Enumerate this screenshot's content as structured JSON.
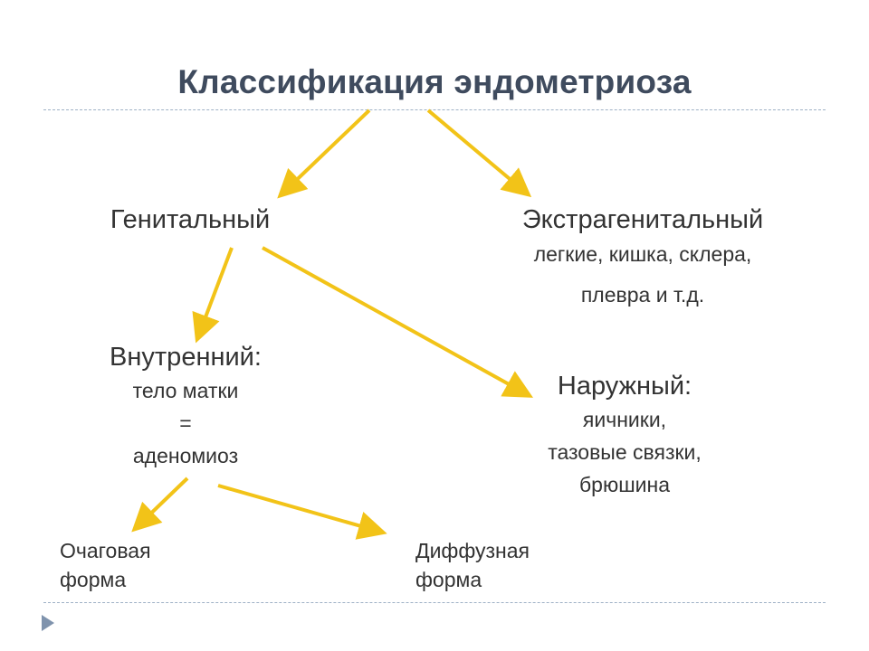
{
  "title": "Классификация эндометриоза",
  "genital": {
    "label": "Генитальный"
  },
  "extragenital": {
    "label": "Экстрагенитальный",
    "line1": "легкие, кишка, склера,",
    "line2": "плевра и т.д."
  },
  "internal": {
    "label": "Внутренний:",
    "line1": "тело матки",
    "line2": "=",
    "line3": "аденомиоз"
  },
  "external": {
    "label": "Наружный:",
    "line1": "яичники,",
    "line2": "тазовые связки,",
    "line3": "брюшина"
  },
  "focal": {
    "line1": "Очаговая",
    "line2": "форма"
  },
  "diffuse": {
    "line1": "Диффузная",
    "line2": "форма"
  },
  "colors": {
    "arrow": "#f2c318",
    "title": "#3f4b5e",
    "text": "#333333",
    "rule": "#9fb1c6",
    "nav_icon": "#7f93ad"
  },
  "icons": {
    "nav": "play-triangle-icon"
  }
}
